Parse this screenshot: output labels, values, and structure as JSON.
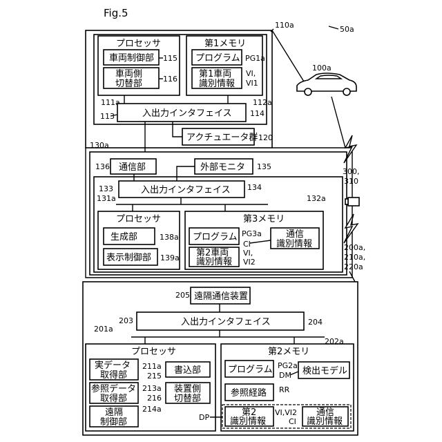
{
  "figure_label": "Fig.5",
  "refs": {
    "system": "50a",
    "vehicle_ecu": "110a",
    "vehicle": "100a",
    "in_vehicle_unit": "130a",
    "server": "200a,",
    "server_2": "210a,",
    "server_3": "220a",
    "terminal": "300,",
    "terminal_2": "310",
    "p111": "111a",
    "p112": "112a",
    "p113": "113",
    "p114": "114",
    "p115": "115",
    "p116": "116",
    "p120": "120",
    "p131": "131a",
    "p132": "132a",
    "p133": "133",
    "p134": "134",
    "p135": "135",
    "p136": "136",
    "p138": "138a",
    "p139": "139a",
    "p201": "201a",
    "p202": "202a",
    "p203": "203",
    "p204": "204",
    "p205": "205",
    "p211": "211a",
    "p213": "213a",
    "p214": "214a",
    "p215": "215",
    "p216": "216",
    "pg1": "PG1a",
    "pg2": "PG2a",
    "pg3": "PG3a",
    "vi1": "VI,",
    "vi1b": "VI1",
    "vi2": "VI,",
    "vi2b": "VI2",
    "ci3": "CI",
    "dm": "DM",
    "rr": "RR",
    "dp": "DP",
    "vivi2": "VI,VI2",
    "ci2": "CI"
  },
  "ecu": {
    "processor": "プロセッサ",
    "vehicle_control": "車両制御部",
    "vehicle_switch_1": "車両側",
    "vehicle_switch_2": "切替部",
    "memory1": "第1メモリ",
    "program": "プログラム",
    "id1_line1": "第1車両",
    "id1_line2": "識別情報",
    "io": "入出力インタフェイス",
    "actuators": "アクチュエータ群"
  },
  "unit": {
    "comm": "通信部",
    "monitor": "外部モニタ",
    "io": "入出力インタフェイス",
    "processor": "プロセッサ",
    "generate": "生成部",
    "display_control": "表示制御部",
    "memory3": "第3メモリ",
    "program": "プログラム",
    "comm_id_1": "通信",
    "comm_id_2": "識別情報",
    "id2_line1": "第2車両",
    "id2_line2": "識別情報"
  },
  "server": {
    "remote_comm": "遠隔通信装置",
    "io": "入出力インタフェイス",
    "processor": "プロセッサ",
    "actual_1": "実データ",
    "actual_2": "取得部",
    "write": "書込部",
    "ref_1": "参照データ",
    "ref_2": "取得部",
    "dev_switch_1": "装置側",
    "dev_switch_2": "切替部",
    "remote_1": "遠隔",
    "remote_2": "制御部",
    "memory2": "第2メモリ",
    "program": "プログラム",
    "detect_model": "検出モデル",
    "ref_route": "参照経路",
    "id2_1": "第2",
    "id2_2": "識別情報",
    "comm_id_1": "通信",
    "comm_id_2": "識別情報"
  }
}
